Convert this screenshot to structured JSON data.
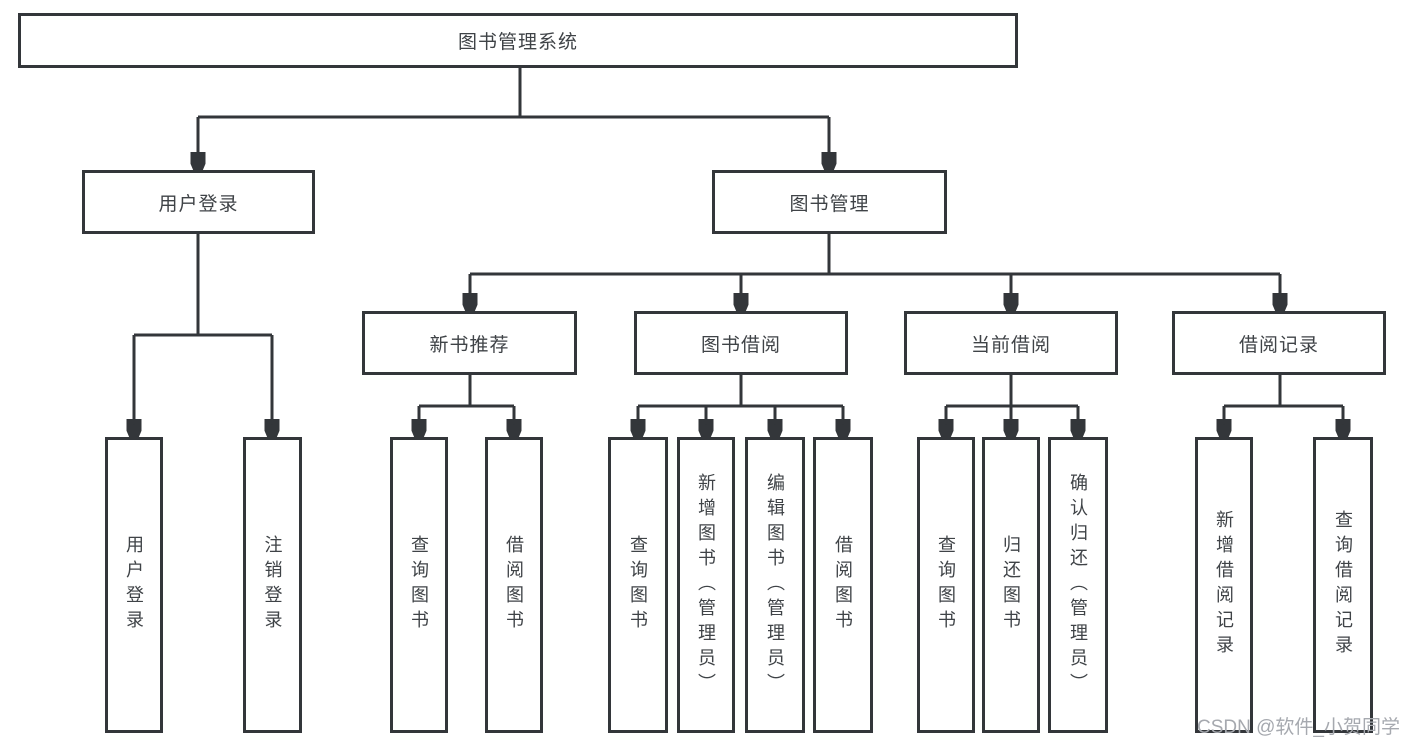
{
  "diagram": {
    "root": {
      "label": "图书管理系统"
    },
    "level2": [
      {
        "label": "用户登录"
      },
      {
        "label": "图书管理"
      }
    ],
    "level3": [
      {
        "label": "新书推荐",
        "parent": "图书管理"
      },
      {
        "label": "图书借阅",
        "parent": "图书管理"
      },
      {
        "label": "当前借阅",
        "parent": "图书管理"
      },
      {
        "label": "借阅记录",
        "parent": "图书管理"
      }
    ],
    "leaves": [
      {
        "label": "用户登录",
        "parent": "用户登录"
      },
      {
        "label": "注销登录",
        "parent": "用户登录"
      },
      {
        "label": "查询图书",
        "parent": "新书推荐"
      },
      {
        "label": "借阅图书",
        "parent": "新书推荐"
      },
      {
        "label": "查询图书",
        "parent": "图书借阅"
      },
      {
        "label": "新增图书（管理员）",
        "parent": "图书借阅"
      },
      {
        "label": "编辑图书（管理员）",
        "parent": "图书借阅"
      },
      {
        "label": "借阅图书",
        "parent": "图书借阅"
      },
      {
        "label": "查询图书",
        "parent": "当前借阅"
      },
      {
        "label": "归还图书",
        "parent": "当前借阅"
      },
      {
        "label": "确认归还（管理员）",
        "parent": "当前借阅"
      },
      {
        "label": "新增借阅记录",
        "parent": "借阅记录"
      },
      {
        "label": "查询借阅记录",
        "parent": "借阅记录"
      }
    ]
  },
  "watermark": {
    "text": "CSDN @软件_小贺同学"
  },
  "colors": {
    "line": "#33363a",
    "text": "#3f4347",
    "background": "#ffffff",
    "watermark": "#a6a9af"
  }
}
